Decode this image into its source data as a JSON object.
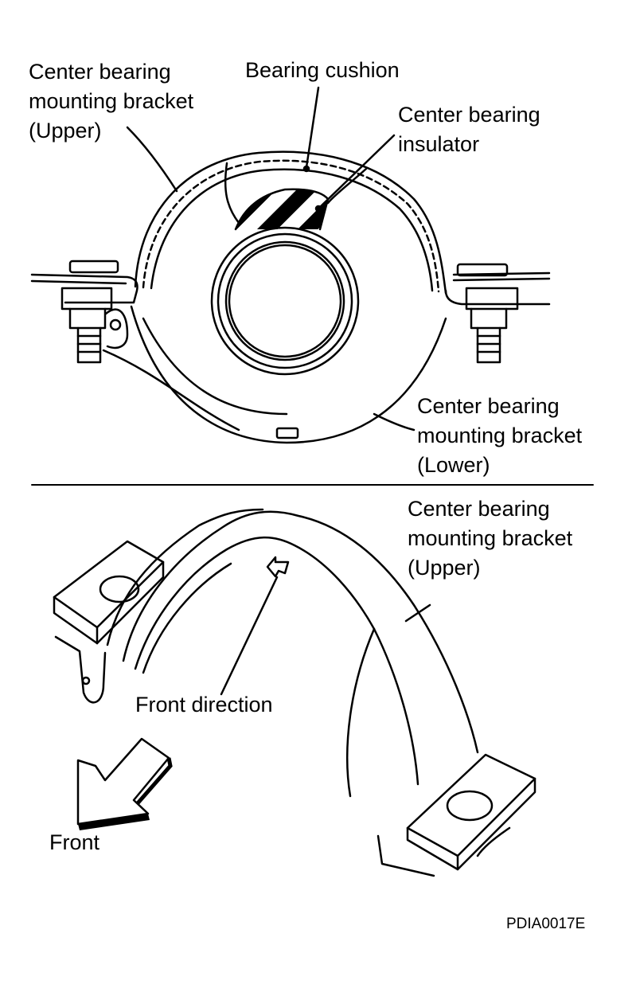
{
  "labels": {
    "upper_bracket_top": [
      "Center bearing",
      "mounting bracket",
      "(Upper)"
    ],
    "bearing_cushion": "Bearing cushion",
    "center_bearing_insulator": [
      "Center bearing",
      "insulator"
    ],
    "lower_bracket": [
      "Center bearing",
      "mounting bracket",
      "(Lower)"
    ],
    "upper_bracket_bottom": [
      "Center bearing",
      "mounting bracket",
      "(Upper)"
    ],
    "front_direction": "Front direction",
    "front": "Front"
  },
  "figure_code": "PDIA0017E",
  "colors": {
    "ink": "#000000",
    "paper": "#ffffff"
  },
  "icons": [
    "front-arrow-icon",
    "front-direction-mark-icon"
  ]
}
